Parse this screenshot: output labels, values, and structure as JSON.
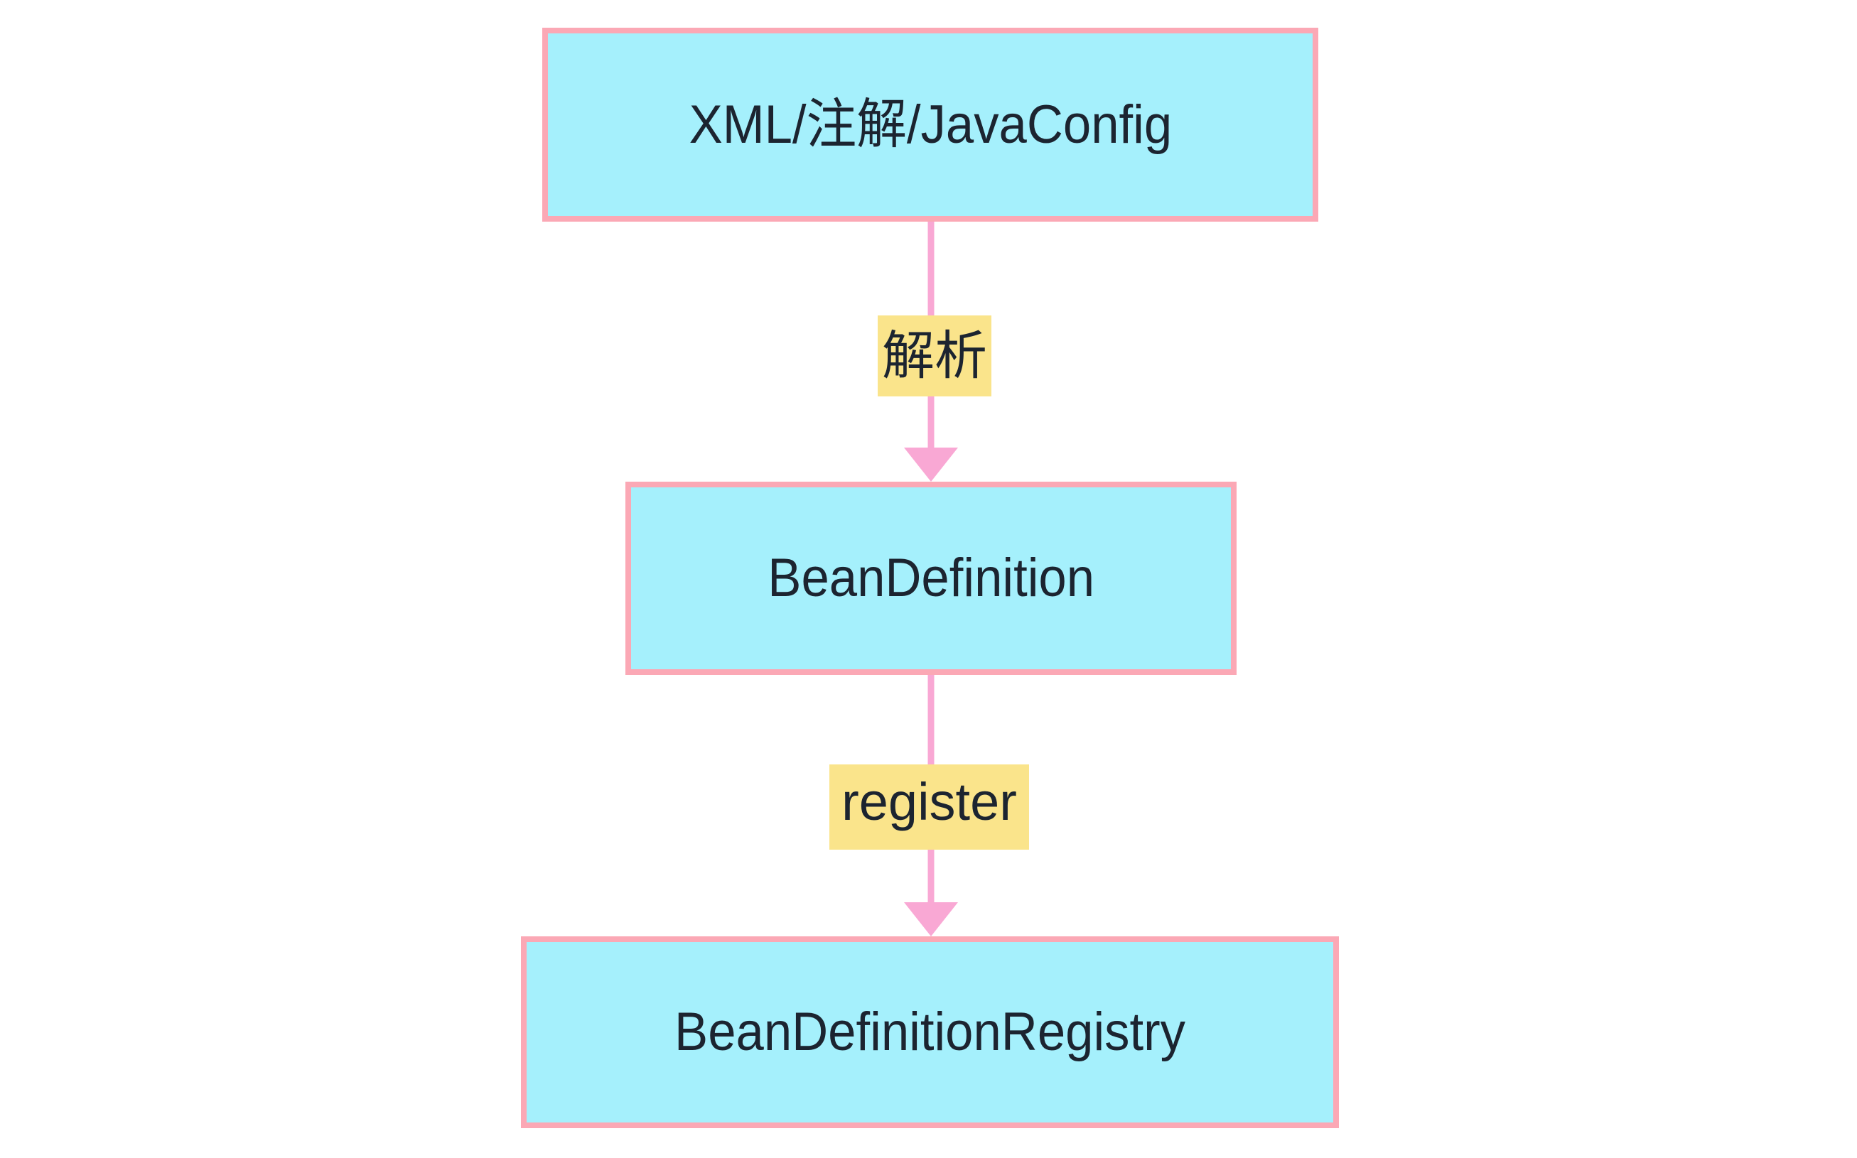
{
  "diagram": {
    "type": "flowchart",
    "direction": "top-to-bottom",
    "title": "Spring BeanDefinition registration flow",
    "colors": {
      "node_fill": "#a5f0fc",
      "node_border": "#fba8b5",
      "edge_line": "#f9a8d4",
      "edge_label_background": "#fae48b",
      "text": "#1c2430",
      "canvas_background": "#ffffff"
    },
    "nodes": [
      {
        "id": "source",
        "label": "XML/注解/JavaConfig",
        "shape": "rectangle"
      },
      {
        "id": "beandefinition",
        "label": "BeanDefinition",
        "shape": "rectangle"
      },
      {
        "id": "registry",
        "label": "BeanDefinitionRegistry",
        "shape": "rectangle"
      }
    ],
    "edges": [
      {
        "id": "edge-parse",
        "from": "source",
        "to": "beandefinition",
        "label": "解析",
        "arrow": "down"
      },
      {
        "id": "edge-register",
        "from": "beandefinition",
        "to": "registry",
        "label": "register",
        "arrow": "down"
      }
    ]
  }
}
